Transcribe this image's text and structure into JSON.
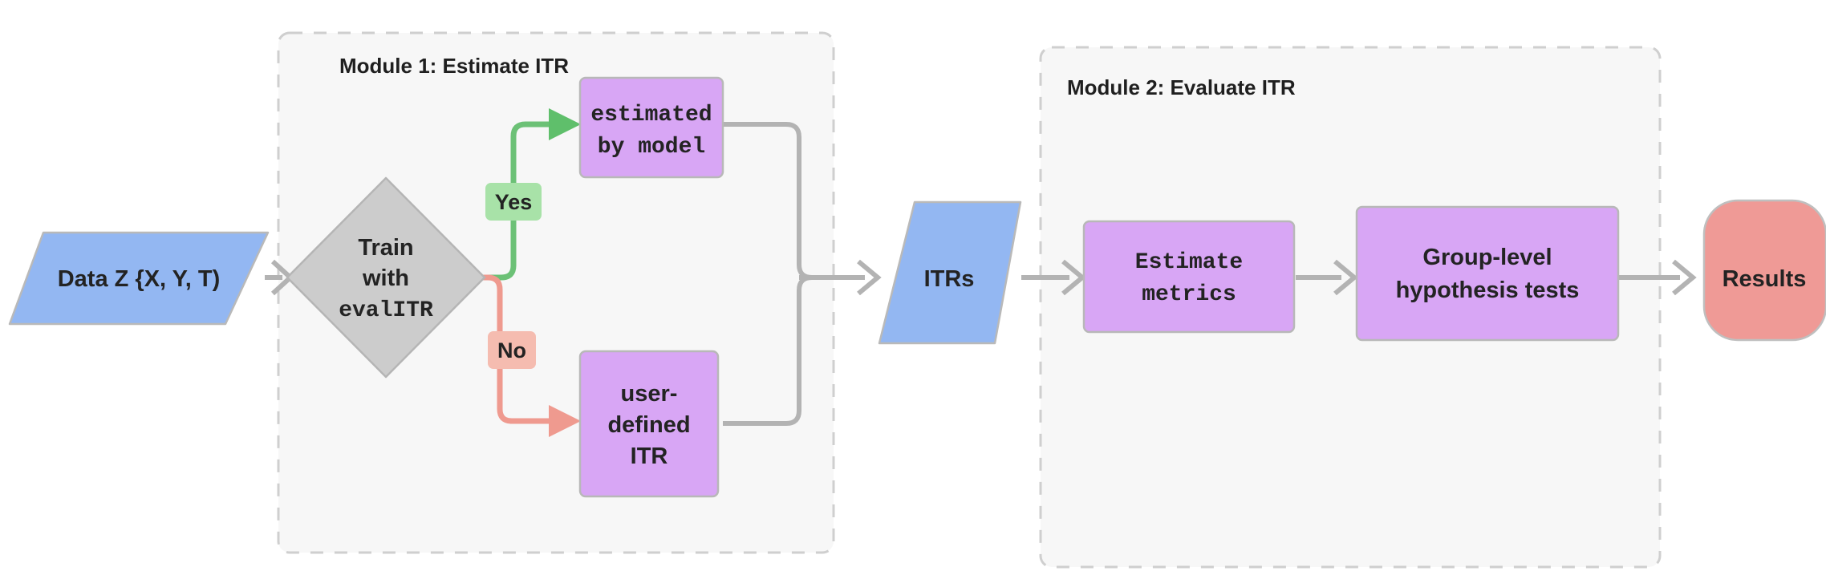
{
  "diagram": {
    "title_present": false,
    "modules": [
      {
        "id": "module1",
        "title": "Module 1: Estimate ITR"
      },
      {
        "id": "module2",
        "title": "Module 2: Evaluate ITR"
      }
    ],
    "nodes": {
      "data_input": {
        "label": "Data Z {X, Y, T)",
        "shape": "parallelogram",
        "color": "#93b7f2",
        "font": "sans"
      },
      "decision": {
        "label_line1": "Train",
        "label_line2": "with",
        "label_line3": "evalITR",
        "shape": "diamond",
        "color": "#cccccc",
        "font": "mixed"
      },
      "estimated_by_model": {
        "label_line1": "estimated",
        "label_line2": "by model",
        "shape": "rect",
        "color": "#d8a6f5",
        "font": "mono"
      },
      "user_defined_itr": {
        "label_line1": "user-",
        "label_line2": "defined",
        "label_line3": "ITR",
        "shape": "rect",
        "color": "#d8a6f5",
        "font": "sans"
      },
      "itrs": {
        "label": "ITRs",
        "shape": "parallelogram",
        "color": "#93b7f2",
        "font": "sans"
      },
      "estimate_metrics": {
        "label_line1": "Estimate",
        "label_line2": "metrics",
        "shape": "rect",
        "color": "#d8a6f5",
        "font": "mono"
      },
      "hypothesis_tests": {
        "label_line1": "Group-level",
        "label_line2": "hypothesis tests",
        "shape": "rect",
        "color": "#d8a6f5",
        "font": "sans"
      },
      "results": {
        "label": "Results",
        "shape": "rounded-rect",
        "color": "#ef9a96",
        "font": "sans"
      }
    },
    "edge_labels": {
      "yes": "Yes",
      "no": "No"
    },
    "colors": {
      "blue": "#93b7f2",
      "gray": "#cccccc",
      "purple": "#d8a6f5",
      "red": "#ef9a96",
      "yes_badge": "#a8e2a8",
      "no_badge": "#f5bcb0",
      "edge_gray": "#b3b3b3",
      "edge_green": "#6cc176",
      "edge_red": "#ef9a8f",
      "module_fill": "#f7f7f7",
      "module_stroke": "#cfcfcf"
    }
  }
}
